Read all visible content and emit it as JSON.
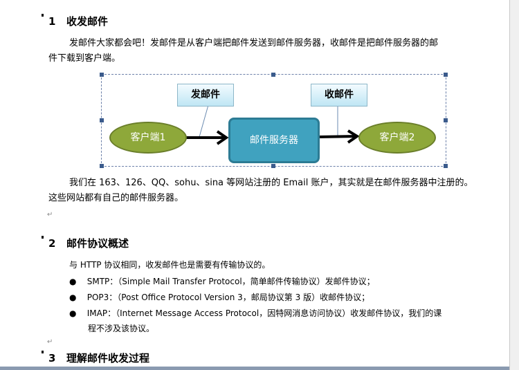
{
  "sections": [
    {
      "num": "1",
      "title": "收发邮件"
    },
    {
      "num": "2",
      "title": "邮件协议概述"
    },
    {
      "num": "3",
      "title": "理解邮件收发过程"
    }
  ],
  "intro": {
    "line1": "发邮件大家都会吧！发邮件是从客户端把邮件发送到邮件服务器，收邮件是把邮件服务器的邮",
    "line2": "件下载到客户端。"
  },
  "diagram": {
    "send_label": "发邮件",
    "receive_label": "收邮件",
    "client1": "客户端1",
    "server": "邮件服务器",
    "client2": "客户端2"
  },
  "para2": {
    "line1": "我们在 163、126、QQ、sohu、sina 等网站注册的 Email 账户，其实就是在邮件服务器中注册的。",
    "line2": "这些网站都有自己的邮件服务器。"
  },
  "protocol_intro": "与 HTTP 协议相同，收发邮件也是需要有传输协议的。",
  "bullets": [
    "SMTP：（Simple Mail Transfer Protocol，简单邮件传输协议）发邮件协议；",
    "POP3：（Post Office Protocol Version 3，邮局协议第 3 版）收邮件协议；",
    "IMAP：（Internet Message Access Protocol，因特网消息访问协议）收发邮件协议，我们的课",
    "程不涉及该协议。"
  ],
  "para_mark": "↵"
}
